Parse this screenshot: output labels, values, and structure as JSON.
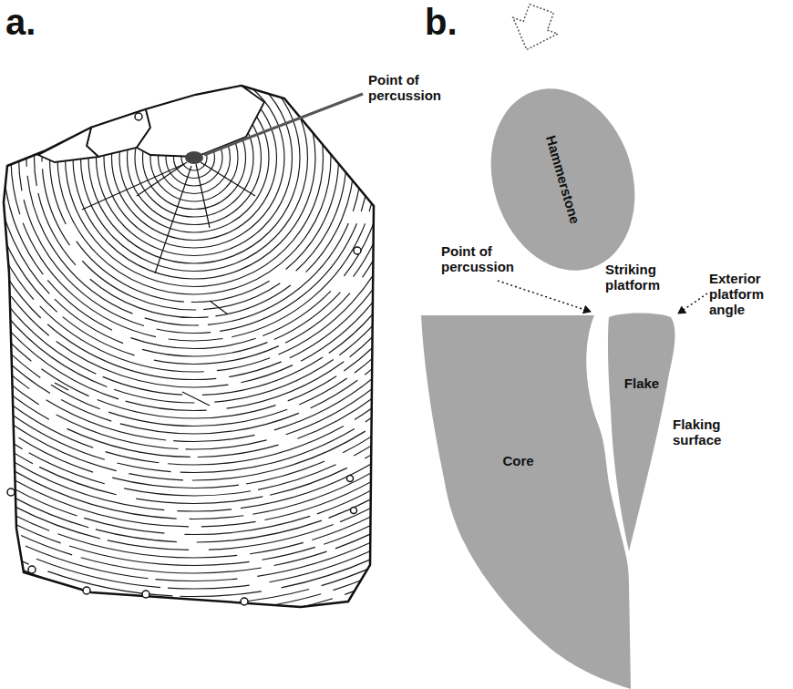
{
  "diagram": {
    "nodes": [
      {
        "text": [
          "Hammerstone"
        ]
      },
      {
        "text": [
          "Core"
        ]
      },
      {
        "text": [
          "Flake"
        ]
      }
    ],
    "labels": [
      "a.",
      "Point of percussion",
      "b.",
      "Point of percussion",
      "Striking platform",
      "Exterior platform angle",
      "Flaking surface"
    ]
  }
}
